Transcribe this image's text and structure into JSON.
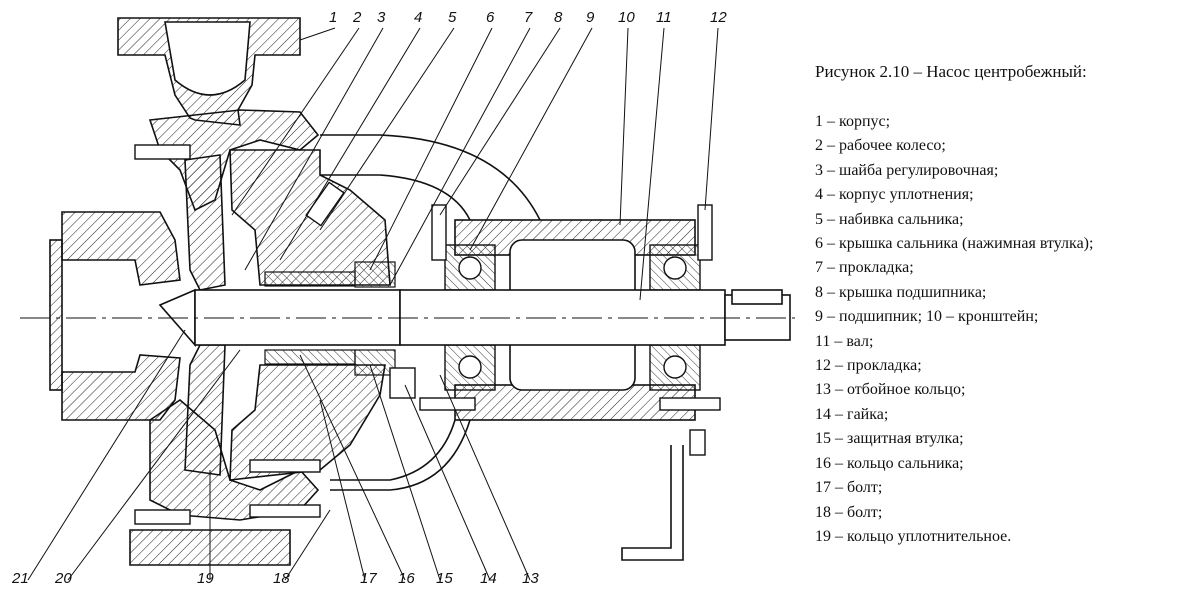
{
  "figure": {
    "title": "Рисунок 2.10 – Насос центробежный:",
    "legend": [
      "1 – корпус;",
      "2 – рабочее колесо;",
      "3 – шайба регулировочная;",
      "4 – корпус уплотнения;",
      "5 – набивка сальника;",
      "6 – крышка сальника (нажимная втулка);",
      "7 – прокладка;",
      "8 – крышка подшипника;",
      "9 – подшипник; 10 – кронштейн;",
      "11 – вал;",
      "12 – прокладка;",
      "13 – отбойное кольцо;",
      "14 – гайка;",
      "15 – защитная втулка;",
      "16 – кольцо сальника;",
      "17 – болт;",
      "18 – болт;",
      "19 – кольцо уплотнительное."
    ]
  },
  "callouts": {
    "top": [
      "1",
      "2",
      "3",
      "4",
      "5",
      "6",
      "7",
      "8",
      "9",
      "10",
      "11",
      "12"
    ],
    "bottom": [
      "21",
      "20",
      "19",
      "18",
      "17",
      "16",
      "15",
      "14",
      "13"
    ]
  }
}
